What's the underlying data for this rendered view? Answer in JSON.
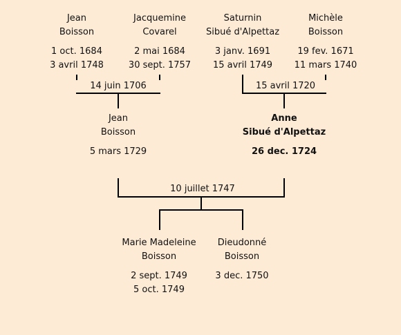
{
  "grandparents": [
    {
      "first": "Jean",
      "last": "Boisson",
      "birth": "1 oct. 1684",
      "death": "3 avril 1748"
    },
    {
      "first": "Jacquemine",
      "last": "Covarel",
      "birth": "2 mai 1684",
      "death": "30 sept. 1757"
    },
    {
      "first": "Saturnin",
      "last": "Sibué d'Alpettaz",
      "birth": "3 janv. 1691",
      "death": "15 avril 1749"
    },
    {
      "first": "Michèle",
      "last": "Boisson",
      "birth": "19 fev. 1671",
      "death": "11 mars 1740"
    }
  ],
  "marriages": {
    "paternal": "14 juin 1706",
    "maternal": "15 avril 1720",
    "parents": "10 juillet 1747"
  },
  "parents": [
    {
      "first": "Jean",
      "last": "Boisson",
      "birth": "5 mars 1729",
      "death": ""
    },
    {
      "first": "Anne",
      "last": "Sibué d'Alpettaz",
      "birth": "26 dec. 1724",
      "death": ""
    }
  ],
  "children": [
    {
      "first": "Marie Madeleine",
      "last": "Boisson",
      "birth": "2 sept. 1749",
      "death": "5 oct. 1749"
    },
    {
      "first": "Dieudonné",
      "last": "Boisson",
      "birth": "3 dec. 1750",
      "death": ""
    }
  ]
}
